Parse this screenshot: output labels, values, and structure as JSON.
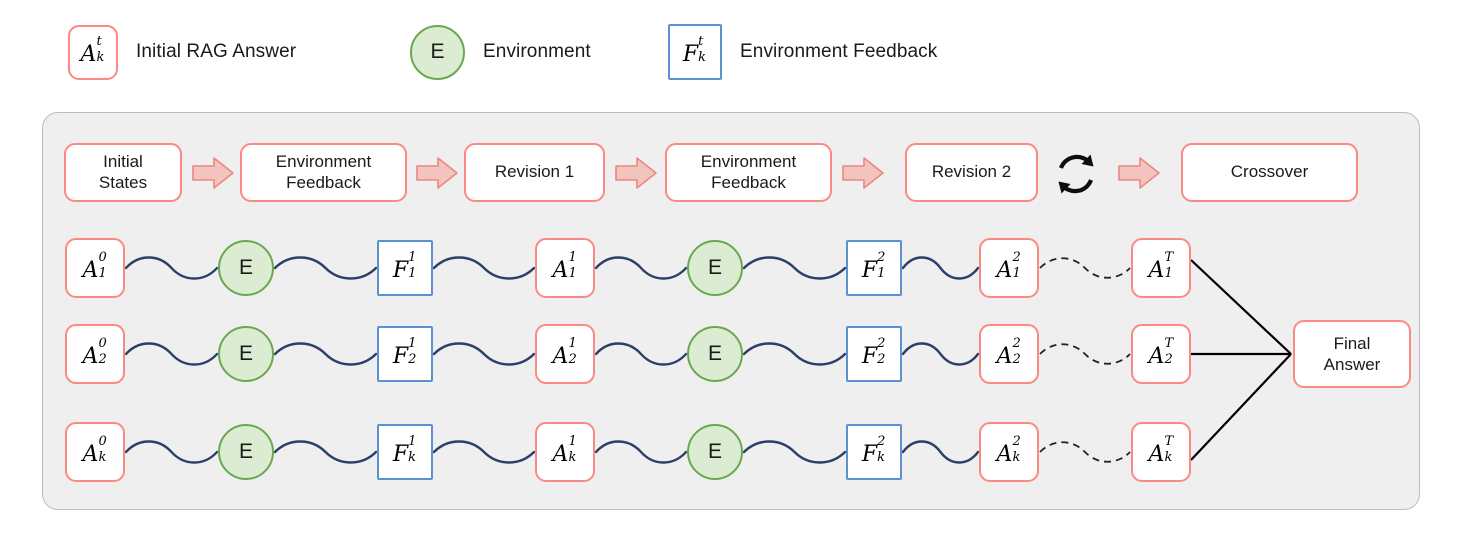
{
  "legend": {
    "items": [
      {
        "id": "initial-rag-answer",
        "shape": "rounded-red-box",
        "symbol": {
          "base": "A",
          "sup": "t",
          "sub": "k"
        },
        "label": "Initial RAG Answer"
      },
      {
        "id": "environment",
        "shape": "green-circle",
        "symbol": {
          "base": "E",
          "sup": "",
          "sub": ""
        },
        "label": "Environment"
      },
      {
        "id": "environment-feedback",
        "shape": "square-blue-box",
        "symbol": {
          "base": "F",
          "sup": "t",
          "sub": "k"
        },
        "label": "Environment Feedback"
      }
    ]
  },
  "pipeline": {
    "stages": [
      {
        "id": "initial-states",
        "label": "Initial\nStates"
      },
      {
        "id": "environment-feedback-1",
        "label": "Environment\nFeedback"
      },
      {
        "id": "revision-1",
        "label": "Revision 1"
      },
      {
        "id": "environment-feedback-2",
        "label": "Environment\nFeedback"
      },
      {
        "id": "revision-2",
        "label": "Revision 2"
      },
      {
        "id": "crossover",
        "label": "Crossover"
      }
    ],
    "loop_icon": "repeat-loop-icon"
  },
  "final": {
    "label": "Final\nAnswer"
  },
  "rows": [
    {
      "index": "1",
      "nodes": [
        {
          "type": "answer",
          "base": "A",
          "sup": "0",
          "sub": "1"
        },
        {
          "type": "env",
          "base": "E",
          "sup": "",
          "sub": ""
        },
        {
          "type": "feedback",
          "base": "F",
          "sup": "1",
          "sub": "1"
        },
        {
          "type": "answer",
          "base": "A",
          "sup": "1",
          "sub": "1"
        },
        {
          "type": "env",
          "base": "E",
          "sup": "",
          "sub": ""
        },
        {
          "type": "feedback",
          "base": "F",
          "sup": "2",
          "sub": "1"
        },
        {
          "type": "answer",
          "base": "A",
          "sup": "2",
          "sub": "1"
        },
        {
          "type": "answer",
          "base": "A",
          "sup": "T",
          "sub": "1"
        }
      ]
    },
    {
      "index": "2",
      "nodes": [
        {
          "type": "answer",
          "base": "A",
          "sup": "0",
          "sub": "2"
        },
        {
          "type": "env",
          "base": "E",
          "sup": "",
          "sub": ""
        },
        {
          "type": "feedback",
          "base": "F",
          "sup": "1",
          "sub": "2"
        },
        {
          "type": "answer",
          "base": "A",
          "sup": "1",
          "sub": "2"
        },
        {
          "type": "env",
          "base": "E",
          "sup": "",
          "sub": ""
        },
        {
          "type": "feedback",
          "base": "F",
          "sup": "2",
          "sub": "2"
        },
        {
          "type": "answer",
          "base": "A",
          "sup": "2",
          "sub": "2"
        },
        {
          "type": "answer",
          "base": "A",
          "sup": "T",
          "sub": "2"
        }
      ]
    },
    {
      "index": "k",
      "nodes": [
        {
          "type": "answer",
          "base": "A",
          "sup": "0",
          "sub": "k"
        },
        {
          "type": "env",
          "base": "E",
          "sup": "",
          "sub": ""
        },
        {
          "type": "feedback",
          "base": "F",
          "sup": "1",
          "sub": "k"
        },
        {
          "type": "answer",
          "base": "A",
          "sup": "1",
          "sub": "k"
        },
        {
          "type": "env",
          "base": "E",
          "sup": "",
          "sub": ""
        },
        {
          "type": "feedback",
          "base": "F",
          "sup": "2",
          "sub": "k"
        },
        {
          "type": "answer",
          "base": "A",
          "sup": "2",
          "sub": "k"
        },
        {
          "type": "answer",
          "base": "A",
          "sup": "T",
          "sub": "k"
        }
      ]
    }
  ],
  "colors": {
    "answer_border": "#f98a84",
    "feedback_border": "#5b91cf",
    "env_border": "#6aa84f",
    "env_fill": "#dcecd2",
    "arrow_fill": "#f3c3bd",
    "arrow_stroke": "#e8897f",
    "wire": "#2b3f६a",
    "panel_fill": "#efefef",
    "panel_border": "#bdbdbd",
    "text": "#1a1a1a",
    "merge_line": "#000000"
  }
}
